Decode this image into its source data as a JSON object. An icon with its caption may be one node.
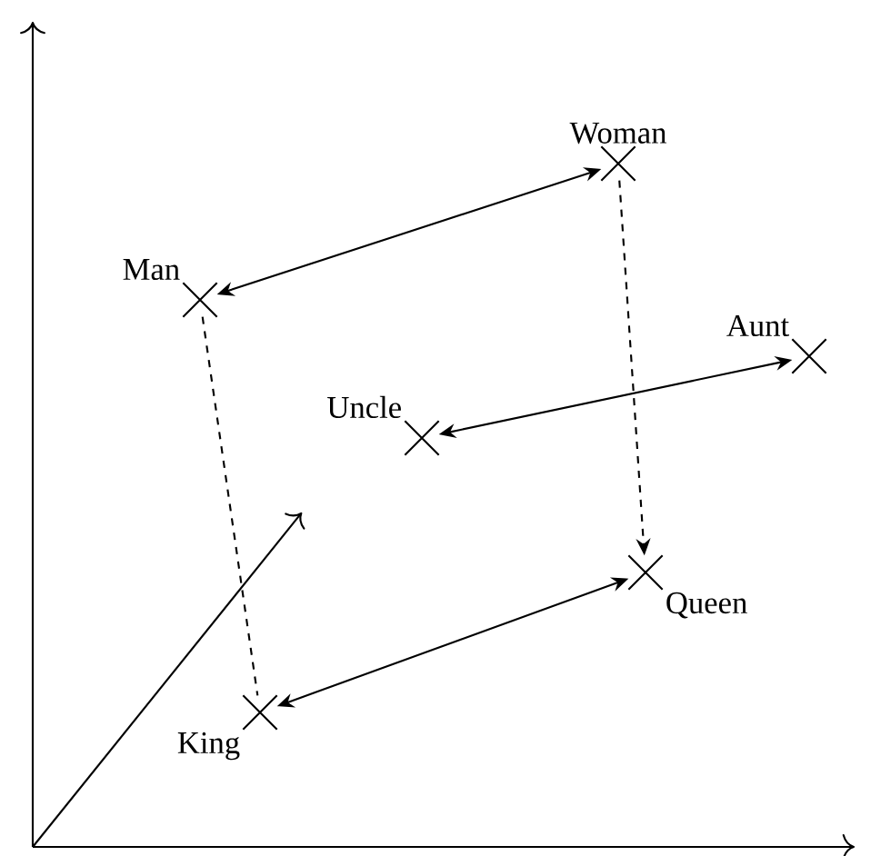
{
  "diagram": {
    "nodes": [
      {
        "text": [
          "Man"
        ]
      },
      {
        "text": [
          "Woman"
        ]
      },
      {
        "text": [
          "Uncle"
        ]
      },
      {
        "text": [
          "Aunt"
        ]
      },
      {
        "text": [
          "Queen"
        ]
      },
      {
        "text": [
          "King"
        ]
      }
    ],
    "edges": [
      {
        "from": 0,
        "to": 1,
        "arrow": "both"
      },
      {
        "from": 2,
        "to": 3,
        "arrow": "both"
      },
      {
        "from": 5,
        "to": 4,
        "arrow": "both"
      },
      {
        "from": 0,
        "to": 5,
        "arrow": "none",
        "style": "dashed"
      },
      {
        "from": 1,
        "to": 4,
        "arrow": "to",
        "style": "dashed"
      }
    ]
  }
}
